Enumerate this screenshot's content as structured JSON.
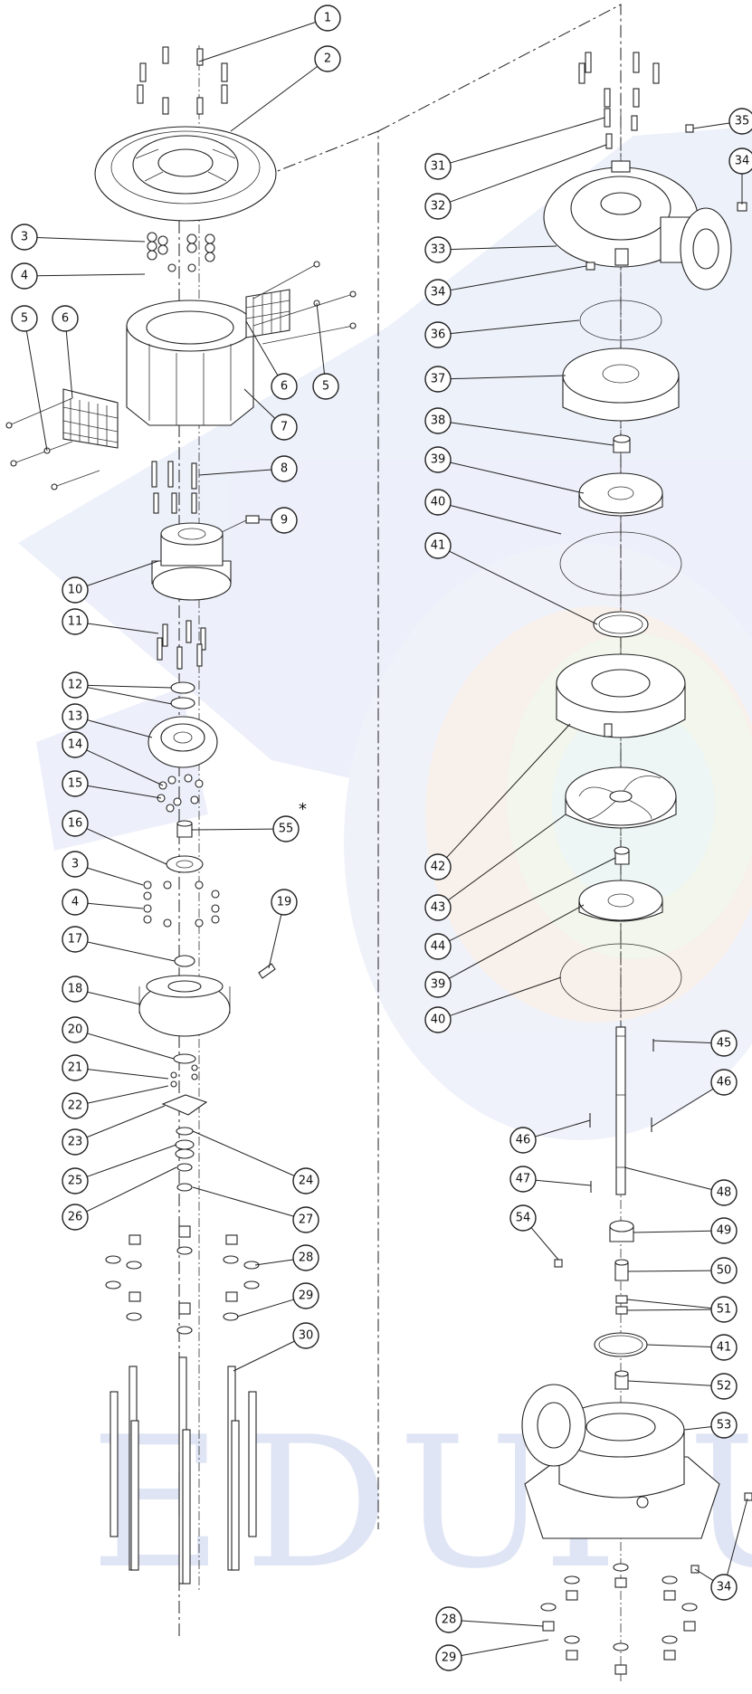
{
  "diagram": {
    "type": "exploded-assembly",
    "watermark_text": "EDUPUI",
    "star_note": "*",
    "callouts": [
      {
        "id": "l1",
        "text": "1"
      },
      {
        "id": "l2",
        "text": "2"
      },
      {
        "id": "l3a",
        "text": "3"
      },
      {
        "id": "l4a",
        "text": "4"
      },
      {
        "id": "l5a",
        "text": "5"
      },
      {
        "id": "l6a",
        "text": "6"
      },
      {
        "id": "l6b",
        "text": "6"
      },
      {
        "id": "l5b",
        "text": "5"
      },
      {
        "id": "l7",
        "text": "7"
      },
      {
        "id": "l8",
        "text": "8"
      },
      {
        "id": "l9",
        "text": "9"
      },
      {
        "id": "l10",
        "text": "10"
      },
      {
        "id": "l11",
        "text": "11"
      },
      {
        "id": "l12",
        "text": "12"
      },
      {
        "id": "l13",
        "text": "13"
      },
      {
        "id": "l14",
        "text": "14"
      },
      {
        "id": "l15",
        "text": "15"
      },
      {
        "id": "l16",
        "text": "16"
      },
      {
        "id": "l55",
        "text": "55"
      },
      {
        "id": "l3b",
        "text": "3"
      },
      {
        "id": "l4b",
        "text": "4"
      },
      {
        "id": "l17",
        "text": "17"
      },
      {
        "id": "l19",
        "text": "19"
      },
      {
        "id": "l18",
        "text": "18"
      },
      {
        "id": "l20",
        "text": "20"
      },
      {
        "id": "l21",
        "text": "21"
      },
      {
        "id": "l22",
        "text": "22"
      },
      {
        "id": "l23",
        "text": "23"
      },
      {
        "id": "l24",
        "text": "24"
      },
      {
        "id": "l25",
        "text": "25"
      },
      {
        "id": "l26",
        "text": "26"
      },
      {
        "id": "l27",
        "text": "27"
      },
      {
        "id": "l28a",
        "text": "28"
      },
      {
        "id": "l29a",
        "text": "29"
      },
      {
        "id": "l30",
        "text": "30"
      },
      {
        "id": "l31",
        "text": "31"
      },
      {
        "id": "l32",
        "text": "32"
      },
      {
        "id": "l33",
        "text": "33"
      },
      {
        "id": "l34a",
        "text": "34"
      },
      {
        "id": "l34b",
        "text": "34"
      },
      {
        "id": "l35",
        "text": "35"
      },
      {
        "id": "l36",
        "text": "36"
      },
      {
        "id": "l37",
        "text": "37"
      },
      {
        "id": "l38",
        "text": "38"
      },
      {
        "id": "l39a",
        "text": "39"
      },
      {
        "id": "l40a",
        "text": "40"
      },
      {
        "id": "l41a",
        "text": "41"
      },
      {
        "id": "l42",
        "text": "42"
      },
      {
        "id": "l43",
        "text": "43"
      },
      {
        "id": "l44",
        "text": "44"
      },
      {
        "id": "l39b",
        "text": "39"
      },
      {
        "id": "l40b",
        "text": "40"
      },
      {
        "id": "l45",
        "text": "45"
      },
      {
        "id": "l46a",
        "text": "46"
      },
      {
        "id": "l46b",
        "text": "46"
      },
      {
        "id": "l47",
        "text": "47"
      },
      {
        "id": "l48",
        "text": "48"
      },
      {
        "id": "l49",
        "text": "49"
      },
      {
        "id": "l50",
        "text": "50"
      },
      {
        "id": "l51",
        "text": "51"
      },
      {
        "id": "l54",
        "text": "54"
      },
      {
        "id": "l41b",
        "text": "41"
      },
      {
        "id": "l52",
        "text": "52"
      },
      {
        "id": "l53",
        "text": "53"
      },
      {
        "id": "l34c",
        "text": "34"
      },
      {
        "id": "l28b",
        "text": "28"
      },
      {
        "id": "l29b",
        "text": "29"
      }
    ]
  }
}
